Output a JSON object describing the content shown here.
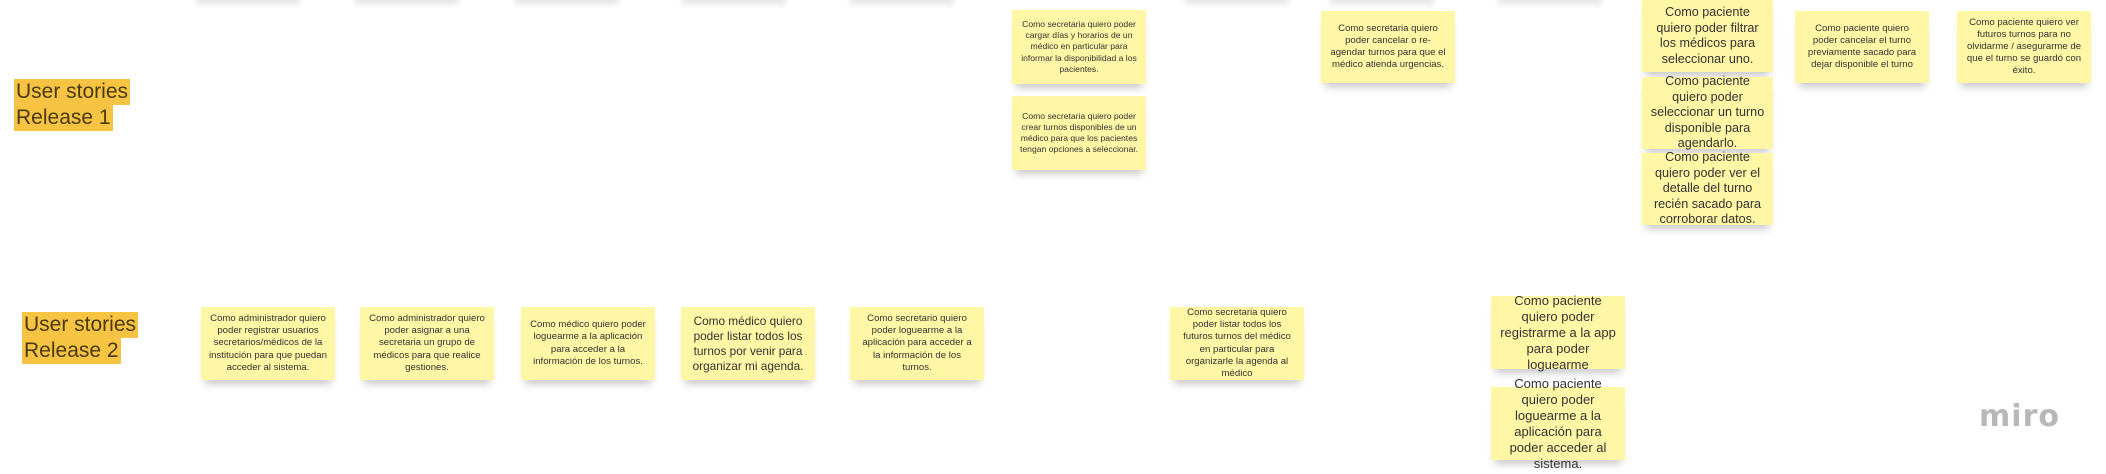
{
  "labels": {
    "release1": [
      "User stories",
      "Release 1"
    ],
    "release2": [
      "User stories",
      "Release 2"
    ]
  },
  "release1": {
    "secretaria_col1": [
      "Como secretaria quiero poder cargar días y horarios de un médico en particular para informar la disponibilidad a los pacientes.",
      "Como secretaria quiero poder crear turnos disponibles de un médico para que los pacientes tengan opciones a seleccionar."
    ],
    "secretaria_col2": [
      "Como secretaria quiero poder cancelar o re-agendar turnos para que el médico atienda urgencias."
    ],
    "paciente_col": [
      "Como paciente quiero poder filtrar los médicos para seleccionar uno.",
      "Como paciente quiero poder seleccionar un turno disponible para agendarlo.",
      "Como paciente quiero poder ver el detalle del turno recién sacado para corroborar datos."
    ],
    "paciente_cancel": "Como paciente quiero poder cancelar el turno previamente sacado para dejar disponible el turno",
    "paciente_futuros": "Como paciente quiero ver futuros turnos para no olvidarme / asegurarme de que el turno se guardó con éxito."
  },
  "release2": {
    "admin1": "Como administrador quiero poder registrar usuarios secretarios/médicos de la institución para que puedan acceder al sistema.",
    "admin2": "Como administrador quiero poder asignar a una secretaria un grupo de médicos para que realice gestiones.",
    "medico1": "Como médico quiero poder loguearme a la aplicación para acceder a la información de los turnos.",
    "medico2": "Como médico quiero poder listar todos los turnos por venir para organizar mi agenda.",
    "secretario1": "Como secretario quiero poder loguearme a la aplicación para acceder a la información de los turnos.",
    "secretaria2": "Como secretaria quiero poder listar todos los futuros turnos del médico en particular para organizarle la agenda al médico",
    "paciente1": "Como paciente quiero poder registrarme a la app para poder loguearme",
    "paciente2": "Como paciente quiero poder loguearme a la aplicación para poder acceder al sistema."
  },
  "branding": {
    "logo": "miro"
  },
  "colors": {
    "sticky": "#fff6a6",
    "label_highlight": "#f6c342",
    "logo": "#b7b7bc"
  }
}
